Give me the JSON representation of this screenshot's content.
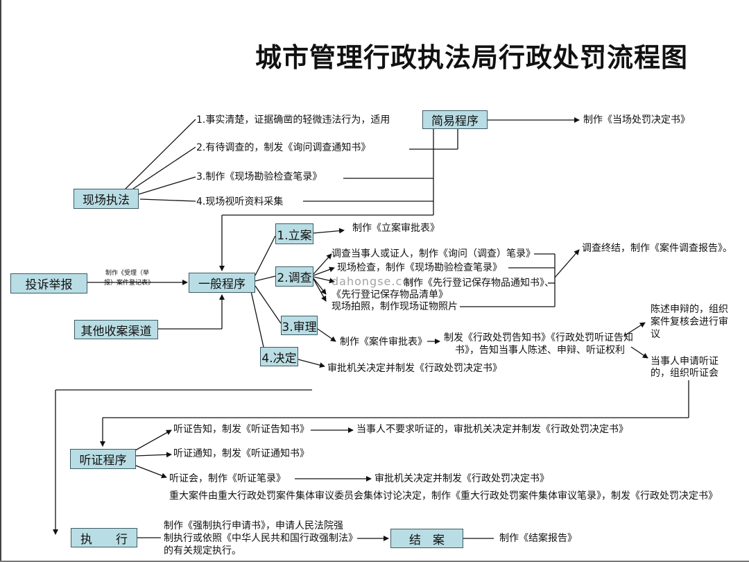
{
  "title": "城市管理行政执法局行政处罚流程图",
  "watermark": "dahongse.com",
  "boxes": {
    "xianchang": "现场执法",
    "jianyi": "简易程序",
    "tousu": "投诉举报",
    "yiban": "一般程序",
    "qita": "其他收案渠道",
    "lian": "1.立案",
    "diaocha": "2.调查",
    "shenli": "3.审理",
    "jueding": "4.决定",
    "tingzheng": "听证程序",
    "zhixing": "执　　行",
    "jiean": "结　案"
  },
  "texts": {
    "onsite1": "1.事实清楚，证据确凿的轻微违法行为，适用",
    "onsite2": "2.有待调查的，制发《询问调查通知书》",
    "onsite3": "3.制作《现场勘验检查笔录》",
    "onsite4": "4.现场视听资料采集",
    "simple_out": "制作《当场处罚决定书》",
    "complaint_l1": "制作《受理（举",
    "complaint_l2": "报）案件登记表》",
    "lian_out": "制作《立案审批表》",
    "inv1": "调查当事人或证人，制作《询问（调查）笔录》",
    "inv2": "现场检查，制作《现场勘验检查笔录》",
    "inv3": "制作《先行登记保存物品通知书》、",
    "inv4": "《先行登记保存物品清单》",
    "inv5": "现场拍照，制作现场证物照片",
    "inv_end": "调查终结，制作《案件调查报告》。",
    "shenli_out": "制作《案件审批表》",
    "notice_l1": "制发《行政处罚告知书》《行政处罚听证告知",
    "notice_l2": "书》，告知当事人陈述、申辩、听证权利",
    "defense_l1": "陈述申辩的，组织",
    "defense_l2": "案件复核会进行审",
    "defense_l3": "议",
    "hearing_req_l1": "当事人申请听证",
    "hearing_req_l2": "的，组织听证会",
    "decide_out": "审批机关决定并制发《行政处罚决定书》",
    "hear1": "听证告知，制发《听证告知书》",
    "hear1_out": "当事人不要求听证的，审批机关决定并制发《行政处罚决定书》",
    "hear2": "听证通知，制发《听证通知书》",
    "hear3": "听证会，制作《听证笔录》",
    "hear3_out": "审批机关决定并制发《行政处罚决定书》",
    "major": "重大案件由重大行政处罚案件集体审议委员会集体讨论决定，制作《重大行政处罚案件集体审议笔录》，制发《行政处罚决定书》",
    "exec_l1": "制作《强制执行申请书》，申请人民法院强",
    "exec_l2": "制执行或依照《中华人民共和国行政强制法》",
    "exec_l3": "的有关规定执行。",
    "close_out": "制作《结案报告》"
  }
}
